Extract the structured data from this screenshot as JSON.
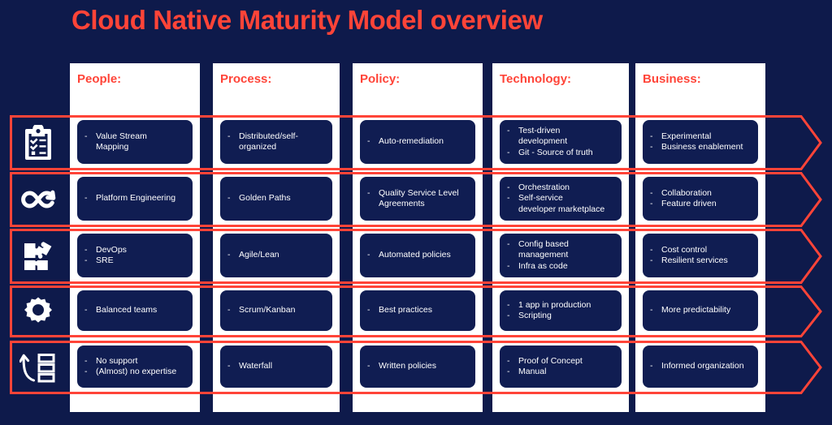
{
  "title": "Cloud Native Maturity Model overview",
  "colors": {
    "background": "#0e1a4b",
    "accent_red": "#ff4438",
    "panel_white": "#ffffff",
    "chip_navy": "#101d52",
    "text_white": "#ffffff"
  },
  "columns": [
    {
      "key": "people",
      "header": "People:"
    },
    {
      "key": "process",
      "header": "Process:"
    },
    {
      "key": "policy",
      "header": "Policy:"
    },
    {
      "key": "technology",
      "header": "Technology:"
    },
    {
      "key": "business",
      "header": "Business:"
    }
  ],
  "rows": [
    {
      "icon": "clipboard-checklist-icon",
      "cells": {
        "people": [
          "Value Stream\nMapping"
        ],
        "process": [
          "Distributed/self-\norganized"
        ],
        "policy": [
          "Auto-remediation"
        ],
        "technology": [
          "Test-driven\ndevelopment",
          "Git - Source of truth"
        ],
        "business": [
          "Experimental",
          "Business enablement"
        ]
      }
    },
    {
      "icon": "infinity-loop-icon",
      "cells": {
        "people": [
          "Platform Engineering"
        ],
        "process": [
          "Golden Paths"
        ],
        "policy": [
          "Quality Service Level\nAgreements"
        ],
        "technology": [
          "Orchestration",
          "Self-service\ndeveloper marketplace"
        ],
        "business": [
          "Collaboration",
          "Feature driven"
        ]
      }
    },
    {
      "icon": "puzzle-pieces-icon",
      "cells": {
        "people": [
          "DevOps",
          "SRE"
        ],
        "process": [
          "Agile/Lean"
        ],
        "policy": [
          "Automated policies"
        ],
        "technology": [
          "Config based\nmanagement",
          "Infra as code"
        ],
        "business": [
          "Cost control",
          "Resilient services"
        ]
      }
    },
    {
      "icon": "gear-icon",
      "cells": {
        "people": [
          "Balanced teams"
        ],
        "process": [
          "Scrum/Kanban"
        ],
        "policy": [
          "Best practices"
        ],
        "technology": [
          "1 app in production",
          "Scripting"
        ],
        "business": [
          "More predictability"
        ]
      }
    },
    {
      "icon": "growth-levels-icon",
      "cells": {
        "people": [
          "No support",
          "(Almost) no expertise"
        ],
        "process": [
          "Waterfall"
        ],
        "policy": [
          "Written policies"
        ],
        "technology": [
          "Proof of Concept",
          "Manual"
        ],
        "business": [
          "Informed organization"
        ]
      }
    }
  ]
}
